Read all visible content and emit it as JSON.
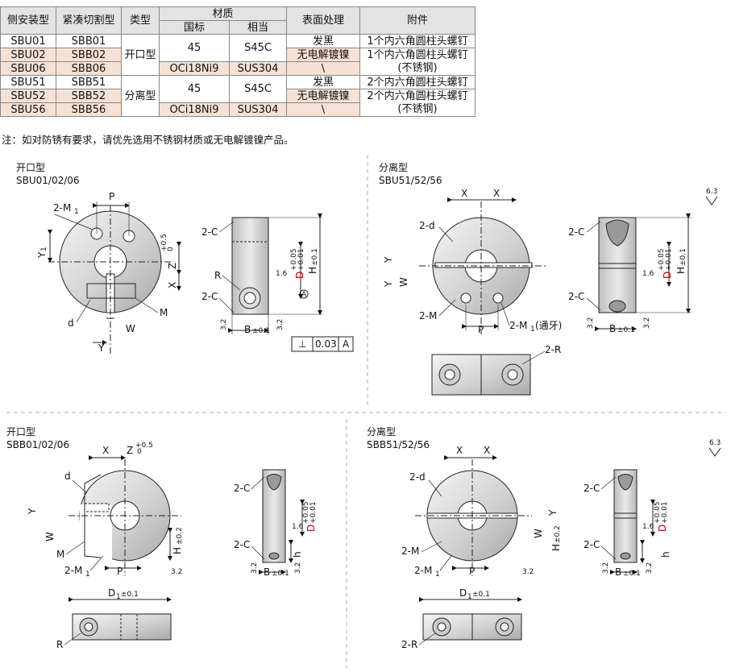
{
  "table": {
    "headers": {
      "side": "侧安装型",
      "tight": "紧凑切割型",
      "type": "类型",
      "material": "材质",
      "gb": "国标",
      "eq": "相当",
      "surface": "表面处理",
      "acc": "附件"
    },
    "rows": [
      {
        "side": "SBU01",
        "tight": "SBB01",
        "surface": "发黑",
        "acc": "1个内六角圆柱头螺钉"
      },
      {
        "side": "SBU02",
        "tight": "SBB02",
        "surface": "无电解镀镍",
        "acc": "1个内六角圆柱头螺钉"
      },
      {
        "side": "SBU06",
        "tight": "SBB06",
        "surface": "\\",
        "acc": "(不锈钢)"
      },
      {
        "side": "SBU51",
        "tight": "SBB51",
        "surface": "发黑",
        "acc": "2个内六角圆柱头螺钉"
      },
      {
        "side": "SBU52",
        "tight": "SBB52",
        "surface": "无电解镀镍",
        "acc": "2个内六角圆柱头螺钉"
      },
      {
        "side": "SBU56",
        "tight": "SBB56",
        "surface": "\\",
        "acc": "(不锈钢)"
      }
    ],
    "type_open": "开口型",
    "type_split": "分离型",
    "mat_45": "45",
    "mat_s45c": "S45C",
    "mat_ss": "OCi18Ni9",
    "mat_sus": "SUS304"
  },
  "note": "注：如对防锈有要求，请优先选用不锈钢材质或无电解镀镍产品。",
  "sections": {
    "a": {
      "title": "开口型",
      "models": "SBU01/02/06"
    },
    "b": {
      "title": "分离型",
      "models": "SBU51/52/56"
    },
    "c": {
      "title": "开口型",
      "models": "SBB01/02/06"
    },
    "d": {
      "title": "分离型",
      "models": "SBB51/52/56"
    }
  },
  "labels": {
    "two_m1": "2-M",
    "sub1": "1",
    "p": "P",
    "y": "Y",
    "z": "Z",
    "x": "X",
    "d": "d",
    "w": "W",
    "m": "M",
    "two_c": "2-C",
    "r": "R",
    "two_d": "2-d",
    "two_m": "2-M",
    "two_r": "2-R",
    "h": "H",
    "hh": "h",
    "b": "B",
    "d_big": "D",
    "d1": "D",
    "tol_01": "±0.1",
    "tol_02": "±0.2",
    "tol_z": "+0.5",
    "tol_z2": "0",
    "tol_d1": "+0.05",
    "tol_d2": "+0.01",
    "rough_16": "1.6",
    "rough_32": "3.2",
    "rough_63": "6.3",
    "gdt_val": "0.03",
    "gdt_ref": "A",
    "datum": "A",
    "m1_thru": "2-M",
    "m1_thru_tail": "(通牙)"
  }
}
